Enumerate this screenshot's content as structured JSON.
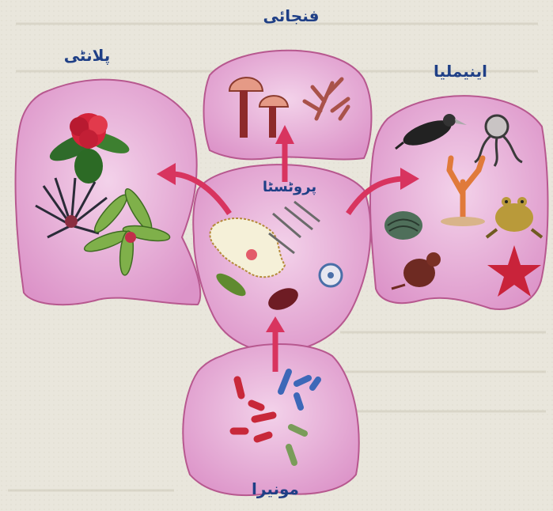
{
  "diagram": {
    "kingdoms": {
      "plantae": "پلانٹی",
      "fungi": "فنجائی",
      "animalia": "اینیملیا",
      "protista": "پروٹسٹا",
      "monera": "مونیرا"
    },
    "colors": {
      "blob_fill": "#e4a8d4",
      "blob_stroke": "#b7588f",
      "arrow": "#d8345f",
      "label_text": "#1f3f86",
      "background": "#e9e6dc"
    }
  }
}
